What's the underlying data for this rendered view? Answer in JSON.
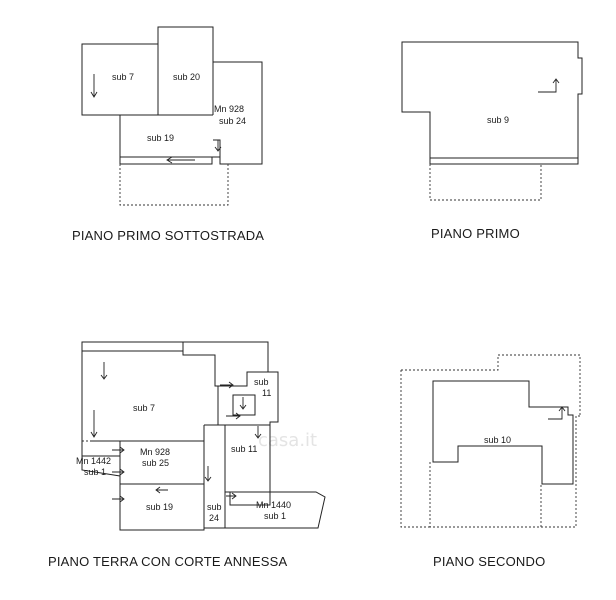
{
  "watermark": {
    "text": "casa.it"
  },
  "plans": {
    "primo_sottostrada": {
      "title": "PIANO PRIMO SOTTOSTRADA",
      "rooms": {
        "sub7": "sub 7",
        "sub20": "sub 20",
        "mn928_l1": "Mn 928",
        "mn928_l2": "sub 24",
        "sub19": "sub 19"
      }
    },
    "primo": {
      "title": "PIANO PRIMO",
      "rooms": {
        "sub9": "sub 9"
      }
    },
    "terra": {
      "title": "PIANO TERRA CON CORTE ANNESSA",
      "rooms": {
        "sub7": "sub 7",
        "sub11_top_l1": "sub",
        "sub11_top_l2": "11",
        "sub11": "sub 11",
        "mn1442_l1": "Mn 1442",
        "mn1442_l2": "sub 1",
        "mn928_l1": "Mn 928",
        "mn928_l2": "sub 25",
        "sub19": "sub 19",
        "sub24_l1": "sub",
        "sub24_l2": "24",
        "mn1440_l1": "Mn 1440",
        "mn1440_l2": "sub 1"
      }
    },
    "secondo": {
      "title": "PIANO SECONDO",
      "rooms": {
        "sub10": "sub 10"
      }
    }
  }
}
